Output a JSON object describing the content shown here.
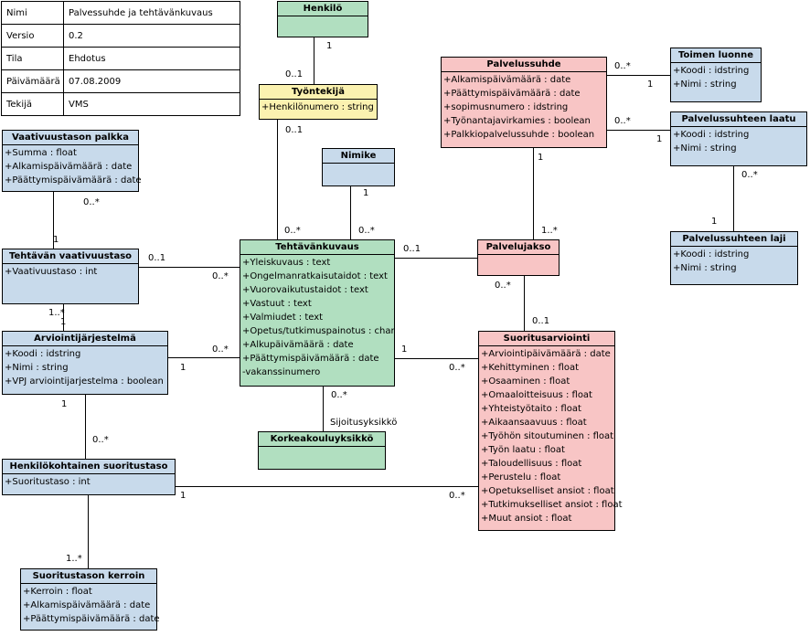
{
  "info_table": [
    {
      "key": "Nimi",
      "value": "Palvessuhde ja tehtävänkuvaus"
    },
    {
      "key": "Versio",
      "value": "0.2"
    },
    {
      "key": "Tila",
      "value": "Ehdotus"
    },
    {
      "key": "Päivämäärä",
      "value": "07.08.2009"
    },
    {
      "key": "Tekijä",
      "value": "VMS"
    }
  ],
  "classes": {
    "henkilo": {
      "name": "Henkilö",
      "attrs": []
    },
    "tyontekija": {
      "name": "Työntekijä",
      "attrs": [
        "+Henkilönumero : string"
      ]
    },
    "nimike": {
      "name": "Nimike",
      "attrs": []
    },
    "vaativuustason_palkka": {
      "name": "Vaativuustason palkka",
      "attrs": [
        "+Summa : float",
        "+Alkamispäivämäärä : date",
        "+Päättymispäivämäärä : date"
      ]
    },
    "tehtavan_vaativuustaso": {
      "name": "Tehtävän vaativuustaso",
      "attrs": [
        "+Vaativuustaso : int"
      ]
    },
    "arviointijarjestelma": {
      "name": "Arviointijärjestelmä",
      "attrs": [
        "+Koodi : idstring",
        "+Nimi : string",
        "+VPJ  arviointijarjestelma : boolean"
      ]
    },
    "henkilokohtainen_suoritustaso": {
      "name": "Henkilökohtainen suoritustaso",
      "attrs": [
        "+Suoritustaso : int"
      ]
    },
    "suoritustason_kerroin": {
      "name": "Suoritustason kerroin",
      "attrs": [
        "+Kerroin : float",
        "+Alkamispäivämäärä : date",
        "+Päättymispäivämäärä : date"
      ]
    },
    "tehtavankuvaus": {
      "name": "Tehtävänkuvaus",
      "attrs": [
        "+Yleiskuvaus : text",
        "+Ongelmanratkaisutaidot : text",
        "+Vuorovaikutustaidot : text",
        "+Vastuut : text",
        "+Valmiudet : text",
        "+Opetus/tutkimuspainotus : char",
        "+Alkupäivämäärä : date",
        "+Päättymispäivämäärä : date",
        "-vakanssinumero"
      ]
    },
    "korkeakouluyksikko": {
      "name": "Korkeakouluyksikkö",
      "attrs": []
    },
    "palvelussuhde": {
      "name": "Palvelussuhde",
      "attrs": [
        "+Alkamispäivämäärä : date",
        "+Päättymispäivämäärä : date",
        "+sopimusnumero : idstring",
        "+Työnantajavirkamies : boolean",
        "+Palkkiopalvelussuhde : boolean"
      ]
    },
    "toimen_luonne": {
      "name": "Toimen luonne",
      "attrs": [
        "+Koodi : idstring",
        "+Nimi : string"
      ]
    },
    "palvelussuhteen_laatu": {
      "name": "Palvelussuhteen laatu",
      "attrs": [
        "+Koodi : idstring",
        "+Nimi : string"
      ]
    },
    "palvelussuhteen_laji": {
      "name": "Palvelussuhteen laji",
      "attrs": [
        "+Koodi : idstring",
        "+Nimi : string"
      ]
    },
    "palvelujakso": {
      "name": "Palvelujakso",
      "attrs": []
    },
    "suoritusarviointi": {
      "name": "Suoritusarviointi",
      "attrs": [
        "+Arviointipäivämäärä : date",
        "+Kehittyminen : float",
        "+Osaaminen : float",
        "+Omaaloitteisuus : float",
        "+Yhteistyötaito : float",
        "+Aikaansaavuus : float",
        "+Työhön sitoutuminen : float",
        "+Työn laatu : float",
        "+Taloudellisuus : float",
        "+Perustelu : float",
        "+Opetukselliset ansiot : float",
        "+Tutkimukselliset ansiot : float",
        "+Muut ansiot : float"
      ]
    }
  },
  "multiplicities": {
    "henkilo_1": "1",
    "tyontekija_top": "0..1",
    "tyontekija_bottom": "0..1",
    "tk_from_tyontekija": "0..*",
    "nimike_1": "1",
    "tk_from_nimike": "0..*",
    "vp_bottom": "0..*",
    "tv_top": "1",
    "tv_right": "0..1",
    "tk_from_tv": "0..*",
    "tv_bottom": "1..*",
    "aj_top": "1",
    "tk_from_aj": "0..*",
    "aj_right": "1",
    "aj_bottom": "1",
    "hs_top": "0..*",
    "hs_right": "1",
    "hs_bottom": "1..*",
    "tk_right": "0..1",
    "tk_to_sa": "1",
    "sa_from_tk": "0..*",
    "sa_from_hs": "0..*",
    "tk_bottom": "0..*",
    "sijoitusyksikko": "Sijoitusyksikkö",
    "ps_tl": "0..*",
    "tl_1": "1",
    "ps_pl": "0..*",
    "pl_1": "1",
    "pl_bottom": "0..*",
    "laji_1": "1",
    "ps_bottom": "1",
    "pj_top": "1..*",
    "pj_bottom": "0..*",
    "sa_top": "0..1"
  }
}
